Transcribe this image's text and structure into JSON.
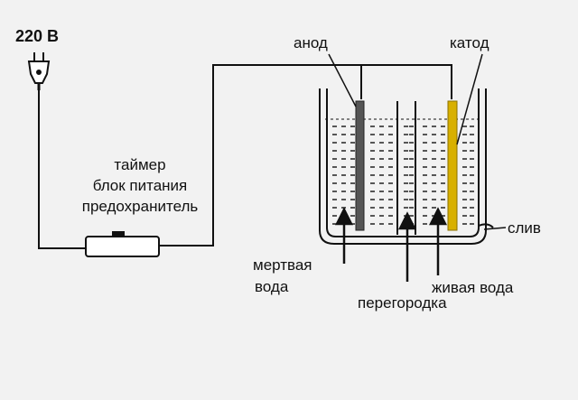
{
  "diagram": {
    "voltage_label": "220 В",
    "anode_label": "анод",
    "cathode_label": "катод",
    "unit_lines": [
      "таймер",
      "блок питания",
      "предохранитель"
    ],
    "drain_label": "слив",
    "dead_water_lines": [
      "мертвая",
      "вода"
    ],
    "partition_label": "перегородка",
    "live_water_label": "живая вода"
  },
  "colors": {
    "background": "#f2f2f2",
    "line": "#111111",
    "anode_electrode": "#555555",
    "cathode_electrode": "#d8b000"
  },
  "icons": [
    "plug-icon",
    "arrow-up-icon"
  ]
}
